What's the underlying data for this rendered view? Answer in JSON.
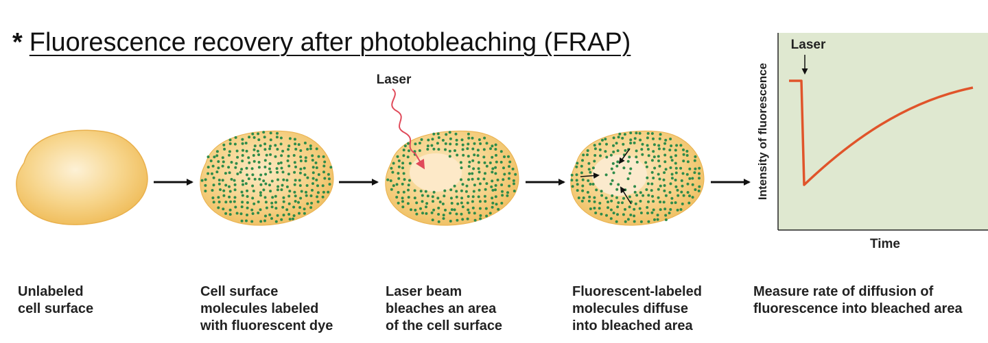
{
  "title": {
    "marker": "*",
    "text": "Fluorescence recovery after photobleaching (FRAP)"
  },
  "laser_label": "Laser",
  "panels": [
    {
      "id": "unlabeled",
      "caption": [
        "Unlabeled",
        "cell surface"
      ]
    },
    {
      "id": "labeled",
      "caption": [
        "Cell surface",
        "molecules labeled",
        "with fluorescent dye"
      ]
    },
    {
      "id": "bleached",
      "caption": [
        "Laser beam",
        "bleaches an area",
        "of the cell surface"
      ]
    },
    {
      "id": "diffuse",
      "caption": [
        "Fluorescent-labeled",
        "molecules diffuse",
        "into bleached area"
      ]
    },
    {
      "id": "measure",
      "caption": [
        "Measure rate of diffusion of",
        "fluorescence into bleached area"
      ]
    }
  ],
  "graph": {
    "laser_label": "Laser",
    "ylabel": "Intensity of fluorescence",
    "xlabel": "Time",
    "background_color": "#dfe8d0",
    "curve_color": "#e0542a"
  },
  "colors": {
    "cell_fill": "#f3c46a",
    "cell_highlight": "#fbe9c6",
    "dot": "#2e8b4a",
    "laser_wave": "#e04a5a",
    "arrow": "#111111"
  }
}
